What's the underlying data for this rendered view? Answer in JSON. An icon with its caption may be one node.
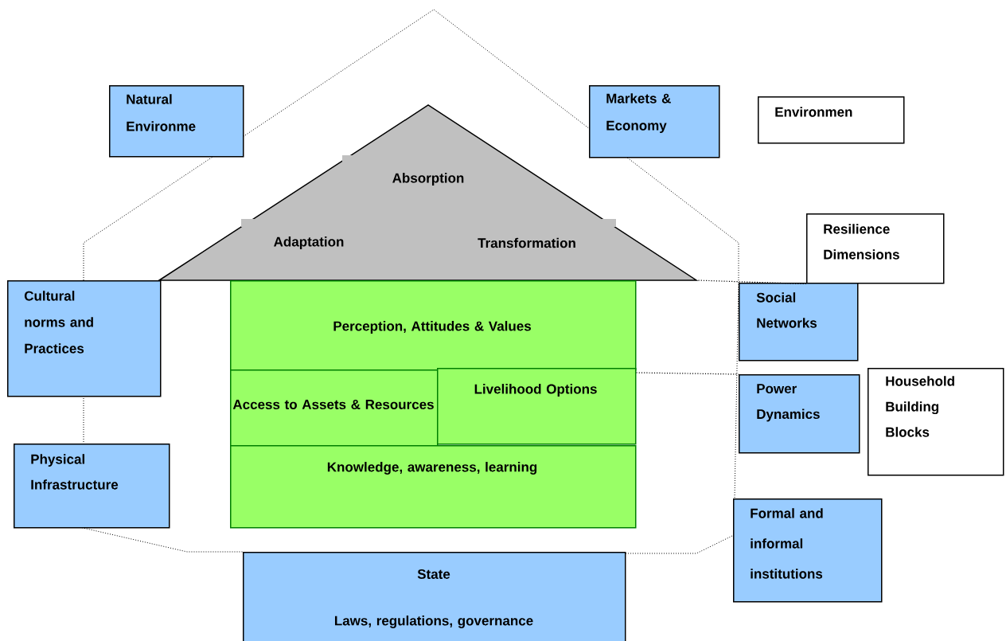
{
  "diagram": {
    "nodes": [
      {
        "text": [
          "Natural Environme"
        ]
      },
      {
        "text": [
          "Markets & Economy"
        ]
      },
      {
        "text": [
          "Environmen"
        ]
      },
      {
        "text": [
          "Absorption",
          "Adaptation",
          "Transformation"
        ]
      },
      {
        "text": [
          "Resilience Dimensions"
        ]
      },
      {
        "text": [
          "Cultural norms and Practices"
        ]
      },
      {
        "text": [
          "Perception, Attitudes & Values"
        ]
      },
      {
        "text": [
          "Access to Assets & Resources"
        ]
      },
      {
        "text": [
          "Livelihood Options"
        ]
      },
      {
        "text": [
          "Knowledge, awareness, learning"
        ]
      },
      {
        "text": [
          "Social Networks"
        ]
      },
      {
        "text": [
          "Power Dynamics"
        ]
      },
      {
        "text": [
          "Household Building Blocks"
        ]
      },
      {
        "text": [
          "Physical Infrastructure"
        ]
      },
      {
        "text": [
          "Formal and informal institutions"
        ]
      },
      {
        "text": [
          "State",
          "Laws, regulations, governance"
        ]
      }
    ],
    "edges": [
      {
        "from": 4,
        "to": 3,
        "arrow": "none",
        "style": "dashed"
      },
      {
        "from": 8,
        "to": 11,
        "arrow": "none",
        "style": "dashed"
      }
    ]
  }
}
